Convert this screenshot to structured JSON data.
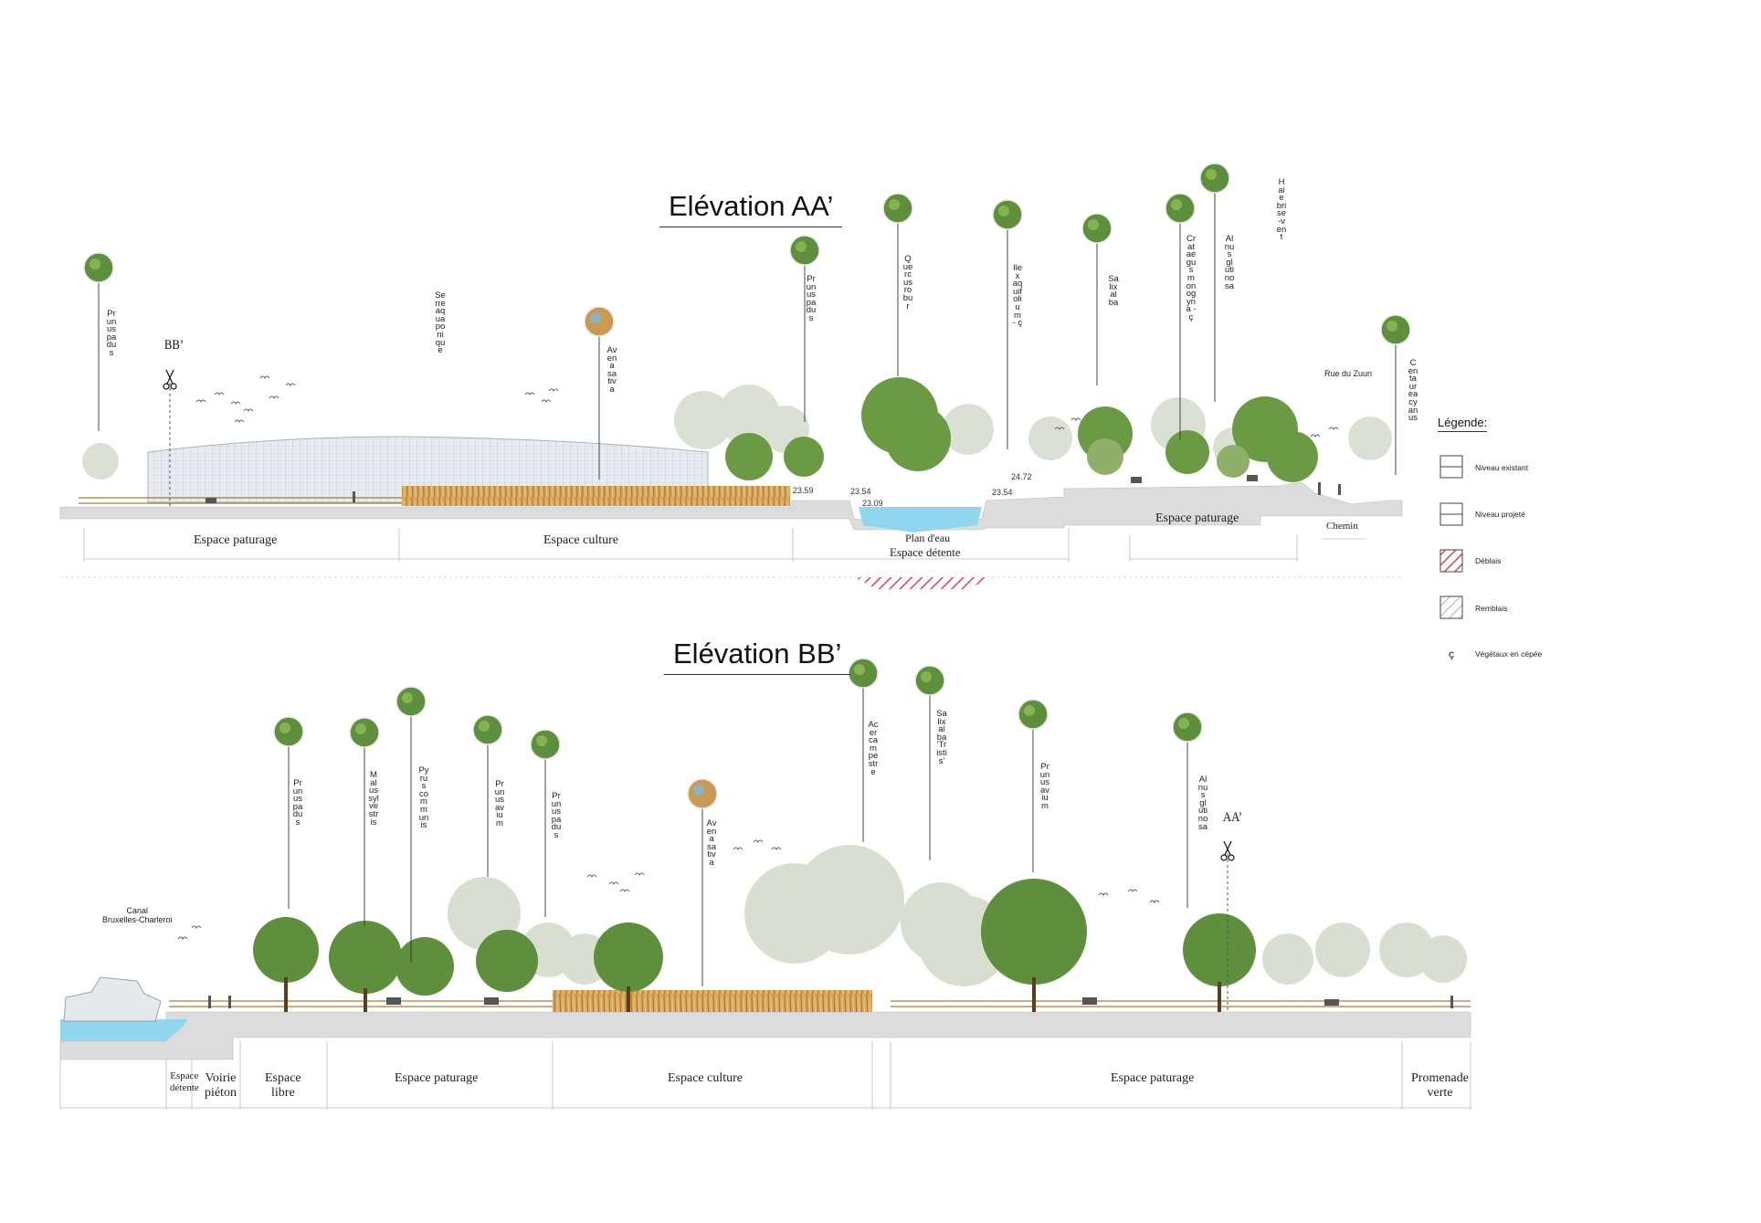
{
  "elevation_aa": {
    "title": "Elévation AA’",
    "cut_marker": "BB’",
    "zones": [
      "Espace paturage",
      "Espace culture",
      "Plan d'eau",
      "Espace détente",
      "Espace paturage",
      "Chemin"
    ],
    "plants": [
      "Prunus padus",
      "Serre aquaponique",
      "Avena sativa",
      "Prunus padus",
      "Quercus robur",
      "Ilex aquifolium - ç",
      "Salix alba",
      "Crataegus monogyna - ç",
      "Alnus glutinosa",
      "Haie brise-vent",
      "Centaurea cyanus"
    ],
    "street": "Rue du Zuun",
    "elevations": [
      "23.59",
      "23.54",
      "23.09",
      "24.72",
      "23.54"
    ]
  },
  "elevation_bb": {
    "title": "Elévation BB’",
    "cut_marker": "AA’",
    "canal": [
      "Canal",
      "Bruxelles-Charleroi"
    ],
    "zones": {
      "espace_detente": [
        "Espace",
        "détente"
      ],
      "voirie": [
        "Voirie",
        "piéton"
      ],
      "espace_libre": [
        "Espace",
        "libre"
      ],
      "paturage_1": "Espace paturage",
      "culture": "Espace culture",
      "paturage_2": "Espace paturage",
      "promenade": [
        "Promenade",
        "verte"
      ]
    },
    "plants": [
      "Prunus padus",
      "Malus sylvestris",
      "Pyrus communis",
      "Prunus avium",
      "Prunus padus",
      "Avena sativa",
      "Acer campestre",
      "Salix alba 'Tristis'",
      "Prunus avium",
      "Alnus glutinosa"
    ]
  },
  "legend": {
    "title": "Légende:",
    "items": [
      "Niveau existant",
      "Niveau projeté",
      "Déblais",
      "Remblais",
      "Végétaux en cépée"
    ],
    "cepee_symbol": "ç"
  },
  "colors": {
    "water": "#8fd6ee",
    "wheat": "#c99a52",
    "ground": "#dcdcdc",
    "tree": "#5e8f3c",
    "faded_tree": "#cfd8c9",
    "deblais": "#d7474b",
    "remblais": "#6fb36a"
  },
  "icons": [
    "tree-medallion-icon",
    "scissors-cut-icon",
    "bird-icon"
  ]
}
